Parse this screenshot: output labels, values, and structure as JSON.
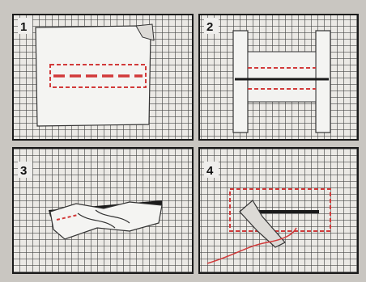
{
  "diagram": {
    "panels": [
      {
        "number": "1"
      },
      {
        "number": "2"
      },
      {
        "number": "3"
      },
      {
        "number": "4"
      }
    ],
    "colors": {
      "background": "#c9c6c1",
      "panel_fill": "#e9e7e3",
      "grid_line": "#4a4a4a",
      "fabric": "#f4f4f2",
      "stitch_red": "#d23a3a",
      "outline": "#1a1a1a"
    }
  }
}
